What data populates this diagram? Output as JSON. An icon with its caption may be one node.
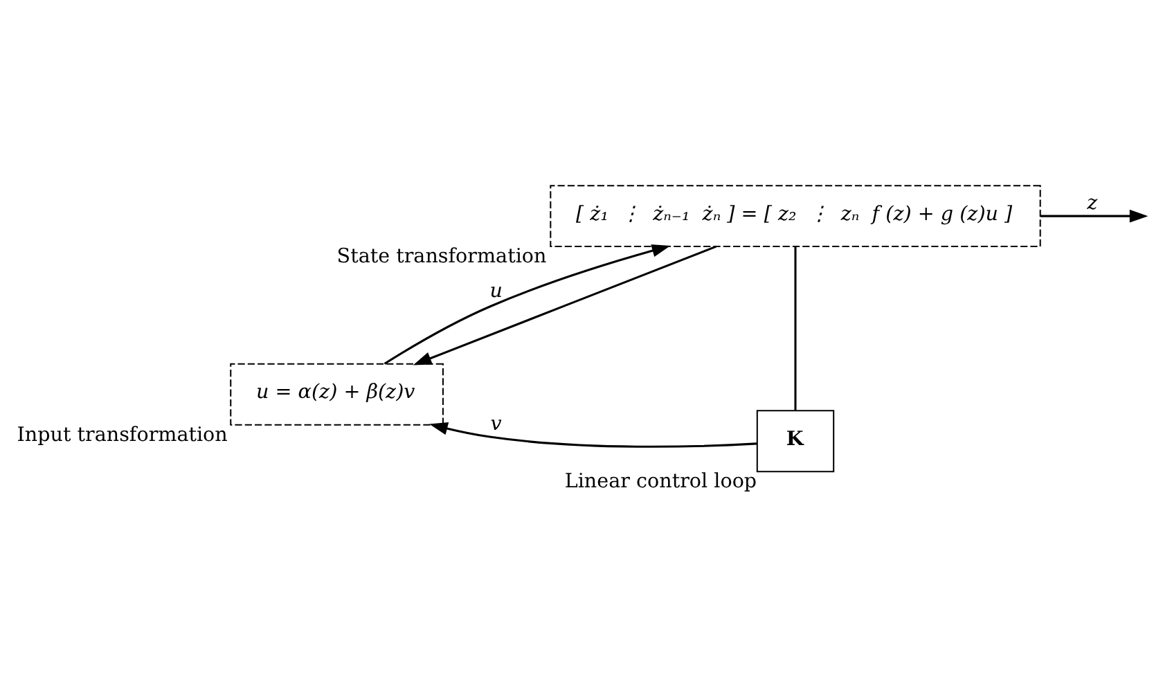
{
  "diagram": {
    "nodes": [
      {
        "text": [
          "u = α(z) + β(z)v"
        ],
        "beside": [
          "Input transformation"
        ]
      },
      {
        "text": [
          "[ ż₁  ⋮  żₙ₋₁  żₙ ] = [ z₂  ⋮  zₙ  f (z) + g (z)u ]"
        ],
        "beside": [
          "State transformation"
        ]
      },
      {
        "text": [
          "K"
        ],
        "beside": [
          "Linear control loop"
        ]
      }
    ],
    "edges": [
      {
        "from": 2,
        "to": 0,
        "arrow": "to",
        "label": "v"
      },
      {
        "from": 0,
        "to": 1,
        "arrow": "to",
        "label": "u"
      },
      {
        "from": 1,
        "to": null,
        "arrow": "to",
        "label": "z"
      },
      {
        "from": 1,
        "to": 0,
        "arrow": "to"
      },
      {
        "from": 1,
        "to": 2,
        "arrow": "none"
      }
    ]
  }
}
